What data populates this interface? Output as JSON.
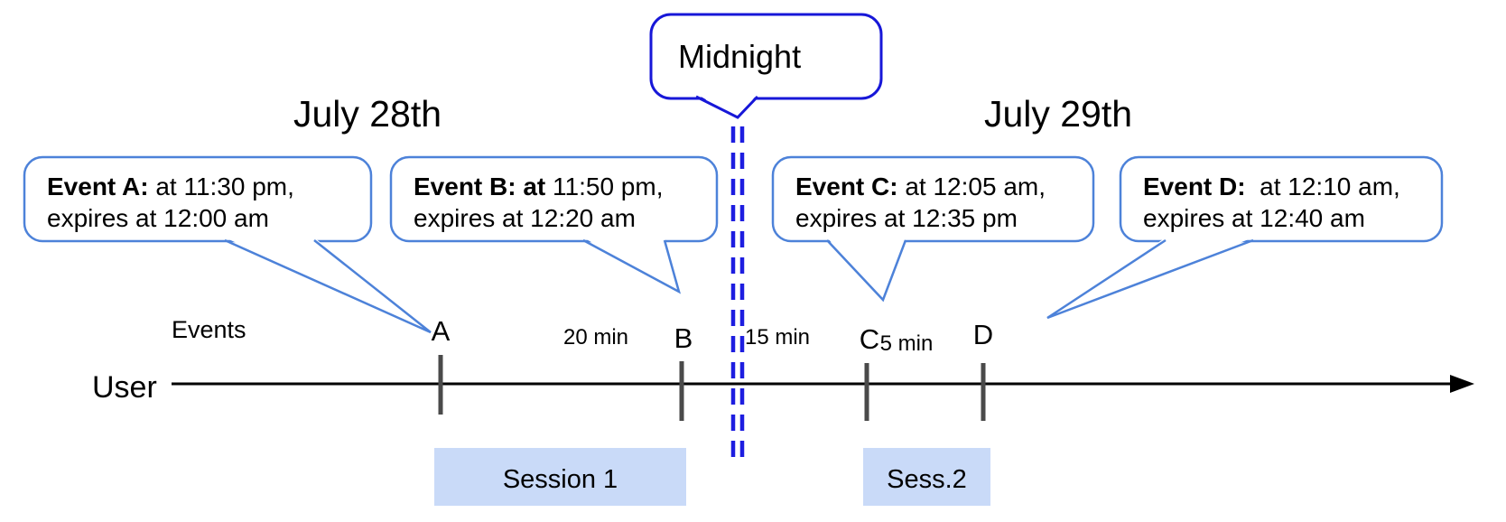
{
  "dates": {
    "left": "July 28th",
    "right": "July 29th"
  },
  "midnight": {
    "label": "Midnight"
  },
  "events": [
    {
      "mark": "A",
      "line1_bold": "Event A:",
      "line1_rest": " at 11:30 pm,",
      "line2": "expires at 12:00 am"
    },
    {
      "mark": "B",
      "line1_bold": "Event B: at",
      "line1_rest": " 11:50 pm,",
      "line2": "expires at 12:20 am"
    },
    {
      "mark": "C",
      "line1_bold": "Event C:",
      "line1_rest": " at 12:05 am,",
      "line2": "expires at 12:35 pm"
    },
    {
      "mark": "D",
      "line1_bold": "Event D:",
      "line1_rest": "  at 12:10 am,",
      "line2": "expires at 12:40 am"
    }
  ],
  "timeline": {
    "axis_label": "User",
    "events_label": "Events",
    "gaps": [
      "20 min",
      "15 min",
      "5 min"
    ]
  },
  "sessions": [
    {
      "label": "Session 1"
    },
    {
      "label": "Sess.2"
    }
  ],
  "colors": {
    "event_bubble_border": "#4d82d9",
    "midnight_border": "#1717d8",
    "dashed_line": "#1d1de0",
    "session_fill": "#c9daf8",
    "tick": "#4a4a4a",
    "axis": "#000000"
  }
}
